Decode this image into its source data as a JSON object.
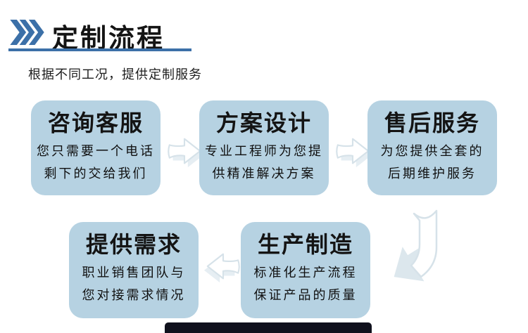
{
  "header": {
    "title": "定制流程",
    "subtitle": "根据不同工况，提供定制服务",
    "chevrons_icon": "triple-chevron-right"
  },
  "colors": {
    "accent": "#3c70a8",
    "box-fill": "#b6d2e2",
    "arrow-line": "#d6e2e9",
    "arrow-shadow": "#e6eef3",
    "ribbon-fill": "#dce7ed",
    "text-dark": "#141414",
    "bar-dark": "#10111d"
  },
  "flow": {
    "steps": [
      {
        "title": "咨询客服",
        "desc_line1": "您只需要一个电话",
        "desc_line2": "剩下的交给我们"
      },
      {
        "title": "方案设计",
        "desc_line1": "专业工程师为您提",
        "desc_line2": "供精准解决方案"
      },
      {
        "title": "售后服务",
        "desc_line1": "为您提供全套的",
        "desc_line2": "后期维护服务"
      },
      {
        "title": "提供需求",
        "desc_line1": "职业销售团队与",
        "desc_line2": "您对接需求情况"
      },
      {
        "title": "生产制造",
        "desc_line1": "标准化生产流程",
        "desc_line2": "保证产品的质量"
      }
    ],
    "arrows": [
      "right",
      "right",
      "curve-down-left",
      "left"
    ]
  },
  "footer": {
    "partial_next_section_bar": "visible"
  }
}
